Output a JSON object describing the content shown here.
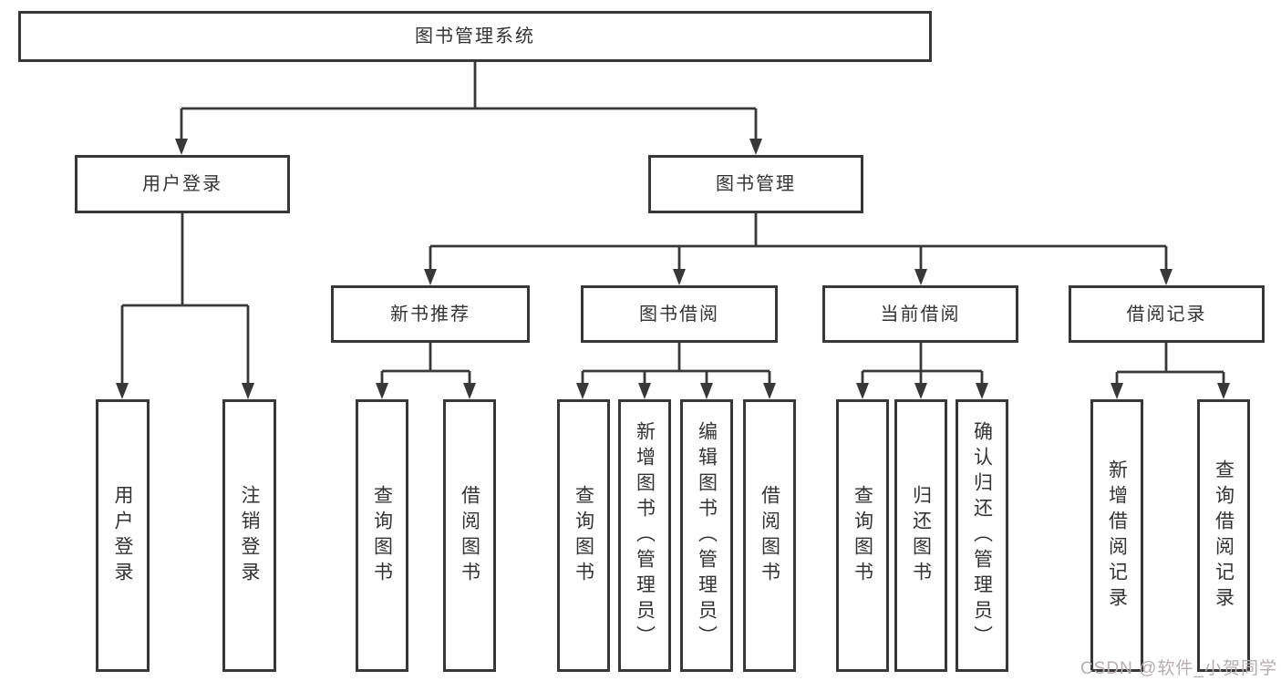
{
  "diagram": {
    "root": {
      "label": "图书管理系统"
    },
    "level2": [
      {
        "label": "用户登录",
        "children": [
          {
            "label": "用户登录"
          },
          {
            "label": "注销登录"
          }
        ]
      },
      {
        "label": "图书管理",
        "children": [
          {
            "label": "新书推荐",
            "children": [
              {
                "label": "查询图书"
              },
              {
                "label": "借阅图书"
              }
            ]
          },
          {
            "label": "图书借阅",
            "children": [
              {
                "label": "查询图书"
              },
              {
                "label": "新增图书（管理员）"
              },
              {
                "label": "编辑图书（管理员）"
              },
              {
                "label": "借阅图书"
              }
            ]
          },
          {
            "label": "当前借阅",
            "children": [
              {
                "label": "查询图书"
              },
              {
                "label": "归还图书"
              },
              {
                "label": "确认归还（管理员）"
              }
            ]
          },
          {
            "label": "借阅记录",
            "children": [
              {
                "label": "新增借阅记录"
              },
              {
                "label": "查询借阅记录"
              }
            ]
          }
        ]
      }
    ]
  },
  "watermark": {
    "text": "CSDN @软件_小贺同学"
  },
  "colors": {
    "line": "#383838",
    "box_border": "#383838",
    "text": "#333333",
    "watermark": "#b5aeae",
    "background": "#ffffff"
  }
}
